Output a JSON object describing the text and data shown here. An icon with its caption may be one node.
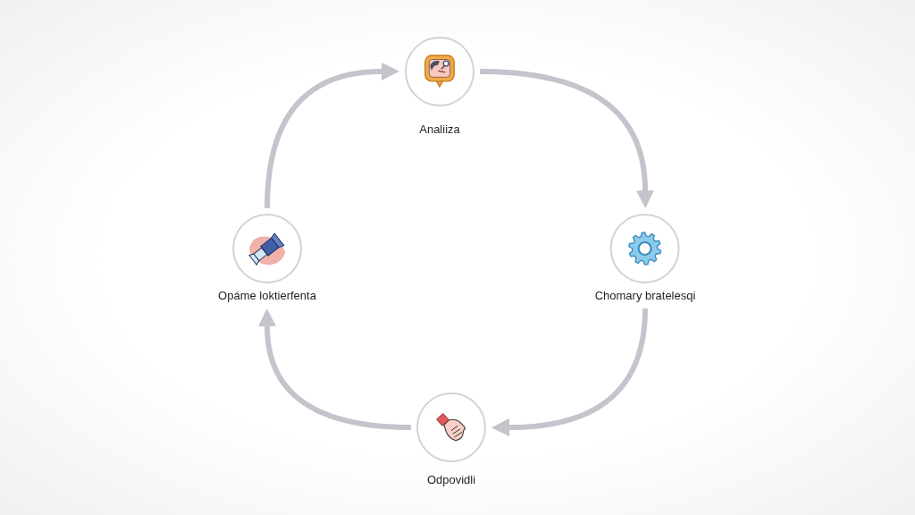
{
  "diagram": {
    "nodes": [
      {
        "text": [
          "Analiiza"
        ]
      },
      {
        "text": [
          "Chomary bratelesqi"
        ]
      },
      {
        "text": [
          "Odpovidli"
        ]
      },
      {
        "text": [
          "Opáme loktierfenta"
        ]
      }
    ],
    "edges": [
      {
        "from": 0,
        "to": 1,
        "arrow": "to"
      },
      {
        "from": 1,
        "to": 2,
        "arrow": "to"
      },
      {
        "from": 2,
        "to": 3,
        "arrow": "to"
      },
      {
        "from": 3,
        "to": 0,
        "arrow": "to"
      }
    ]
  }
}
